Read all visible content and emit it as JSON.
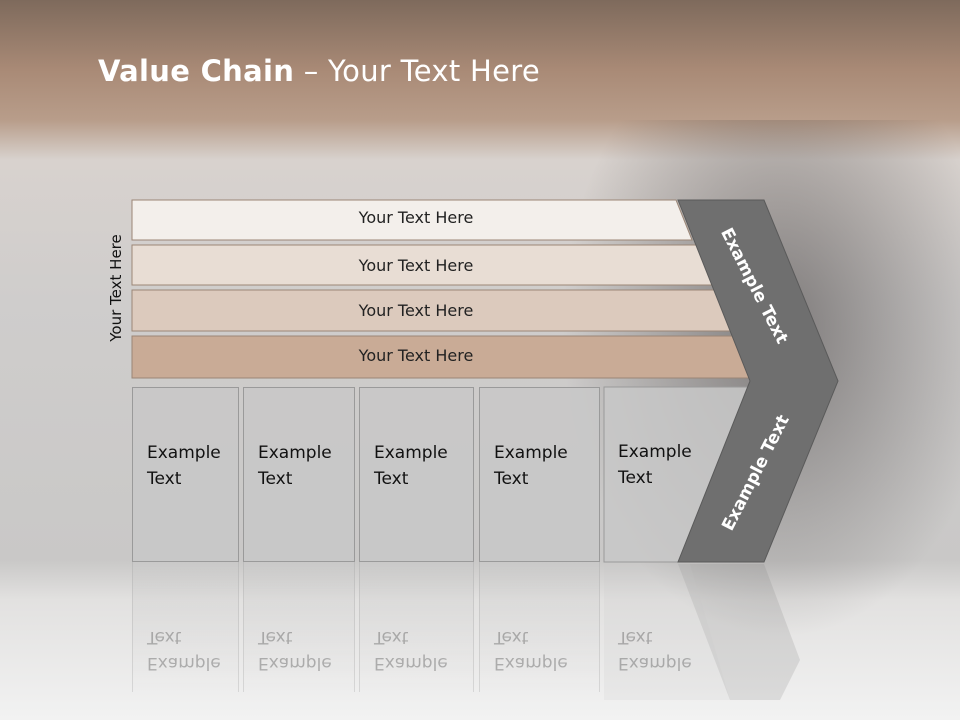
{
  "title": {
    "bold": "Value Chain",
    "rest": " – Your Text Here"
  },
  "side_label": "Your Text Here",
  "bands": [
    {
      "label": "Your Text Here",
      "color": "#f3efeb"
    },
    {
      "label": "Your Text Here",
      "color": "#e8ddd4"
    },
    {
      "label": "Your Text Here",
      "color": "#dccabd"
    },
    {
      "label": "Your Text Here",
      "color": "#c9ab96"
    }
  ],
  "boxes": [
    {
      "line1": "Example",
      "line2": "Text"
    },
    {
      "line1": "Example",
      "line2": "Text"
    },
    {
      "line1": "Example",
      "line2": "Text"
    },
    {
      "line1": "Example",
      "line2": "Text"
    },
    {
      "line1": "Example",
      "line2": "Text"
    }
  ],
  "chevron": {
    "upper_text": "Example Text",
    "lower_text": "Example Text",
    "color": "#6f6f6f"
  }
}
